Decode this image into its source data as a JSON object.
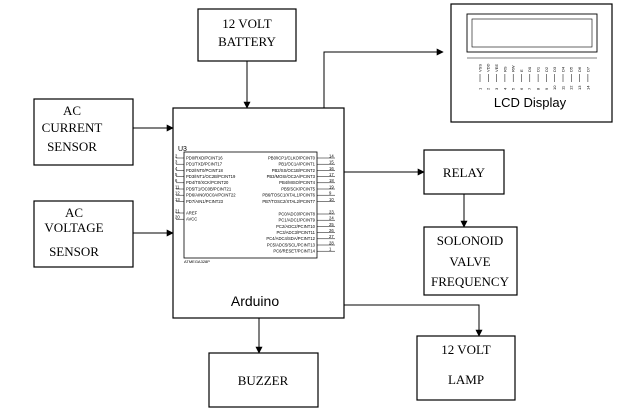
{
  "blocks": {
    "battery": [
      "12 VOLT",
      "BATTERY"
    ],
    "current_sensor": [
      "AC",
      "CURRENT",
      "SENSOR"
    ],
    "voltage_sensor": [
      "AC",
      "VOLTAGE",
      "SENSOR"
    ],
    "arduino": "Arduino",
    "relay": "RELAY",
    "valve": [
      "SOLONOID",
      "VALVE",
      "FREQUENCY"
    ],
    "lamp": [
      "12 VOLT",
      "LAMP"
    ],
    "buzzer": "BUZZER",
    "lcd": "LCD Display"
  },
  "chip": {
    "ref": "U3",
    "part": "ATMEGA328P",
    "left_pins": [
      {
        "num": "2",
        "name": "PD0/RXD/PCINT16"
      },
      {
        "num": "3",
        "name": "PD1/TXD/PCINT17"
      },
      {
        "num": "4",
        "name": "PD2/INT0/PCINT18"
      },
      {
        "num": "5",
        "name": "PD3/INT1/OC2B/PCINT19"
      },
      {
        "num": "6",
        "name": "PD4/T0/XCK/PCINT20"
      },
      {
        "num": "11",
        "name": "PD5/T1/OC0B/PCINT21"
      },
      {
        "num": "12",
        "name": "PD6/AIN0/OC0A/PCINT22"
      },
      {
        "num": "13",
        "name": "PD7/AIN1/PCINT23"
      }
    ],
    "left_pins_lower": [
      {
        "num": "21",
        "name": "AREF"
      },
      {
        "num": "20",
        "name": "AVCC"
      }
    ],
    "right_pins": [
      {
        "num": "14",
        "name": "PB0/ICP1/CLKO/PCINT0"
      },
      {
        "num": "15",
        "name": "PB1/OC1A/PCINT1"
      },
      {
        "num": "16",
        "name": "PB2/SS/OC1B/PCINT2"
      },
      {
        "num": "17",
        "name": "PB3/MOSI/OC2A/PCINT3"
      },
      {
        "num": "18",
        "name": "PB4/MISO/PCINT4"
      },
      {
        "num": "19",
        "name": "PB5/SCK/PCINT5"
      },
      {
        "num": "9",
        "name": "PB6/TOSC1/XTAL1/PCINT6"
      },
      {
        "num": "10",
        "name": "PB7/TOSC2/XTAL2/PCINT7"
      }
    ],
    "right_pins_lower": [
      {
        "num": "23",
        "name": "PC0/ADC0/PCINT8"
      },
      {
        "num": "24",
        "name": "PC1/ADC1/PCINT9"
      },
      {
        "num": "25",
        "name": "PC2/ADC2/PCINT10"
      },
      {
        "num": "26",
        "name": "PC3/ADC3/PCINT11"
      },
      {
        "num": "27",
        "name": "PC4/ADC4/SDA/PCINT12"
      },
      {
        "num": "28",
        "name": "PC5/ADC5/SCL/PCINT13"
      },
      {
        "num": "1",
        "name": "PC6/RESET/PCINT14"
      }
    ]
  },
  "lcd_pins": {
    "names": [
      "VSS",
      "VDD",
      "VEE",
      "RS",
      "RW",
      "E",
      "D0",
      "D1",
      "D2",
      "D3",
      "D4",
      "D5",
      "D6",
      "D7"
    ],
    "numbers": [
      "1",
      "2",
      "3",
      "4",
      "5",
      "6",
      "7",
      "8",
      "9",
      "10",
      "11",
      "12",
      "13",
      "14"
    ]
  }
}
